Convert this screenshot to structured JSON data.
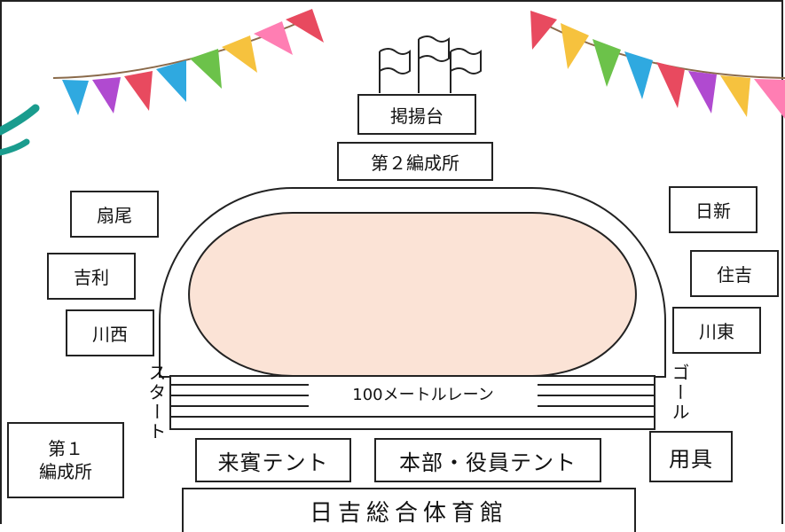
{
  "venue": {
    "gym": "日吉総合体育館",
    "podium": "掲揚台",
    "second_station": "第２編成所",
    "first_station_line1": "第１",
    "first_station_line2": "編成所",
    "guest_tent": "来賓テント",
    "hq_tent": "本部・役員テント",
    "equipment": "用具",
    "lane": "100メートルレーン",
    "start": "スタート",
    "goal": "ゴール"
  },
  "teams_left": [
    "扇尾",
    "吉利",
    "川西"
  ],
  "teams_right": [
    "日新",
    "住吉",
    "川東"
  ],
  "colors": {
    "field_fill": "#fbe3d6",
    "bunting": [
      "#e84a5f",
      "#f6c23e",
      "#6cc24a",
      "#2fa9e0",
      "#b04ad0",
      "#ff7eb3"
    ],
    "swirl": "#1a9c8e"
  }
}
